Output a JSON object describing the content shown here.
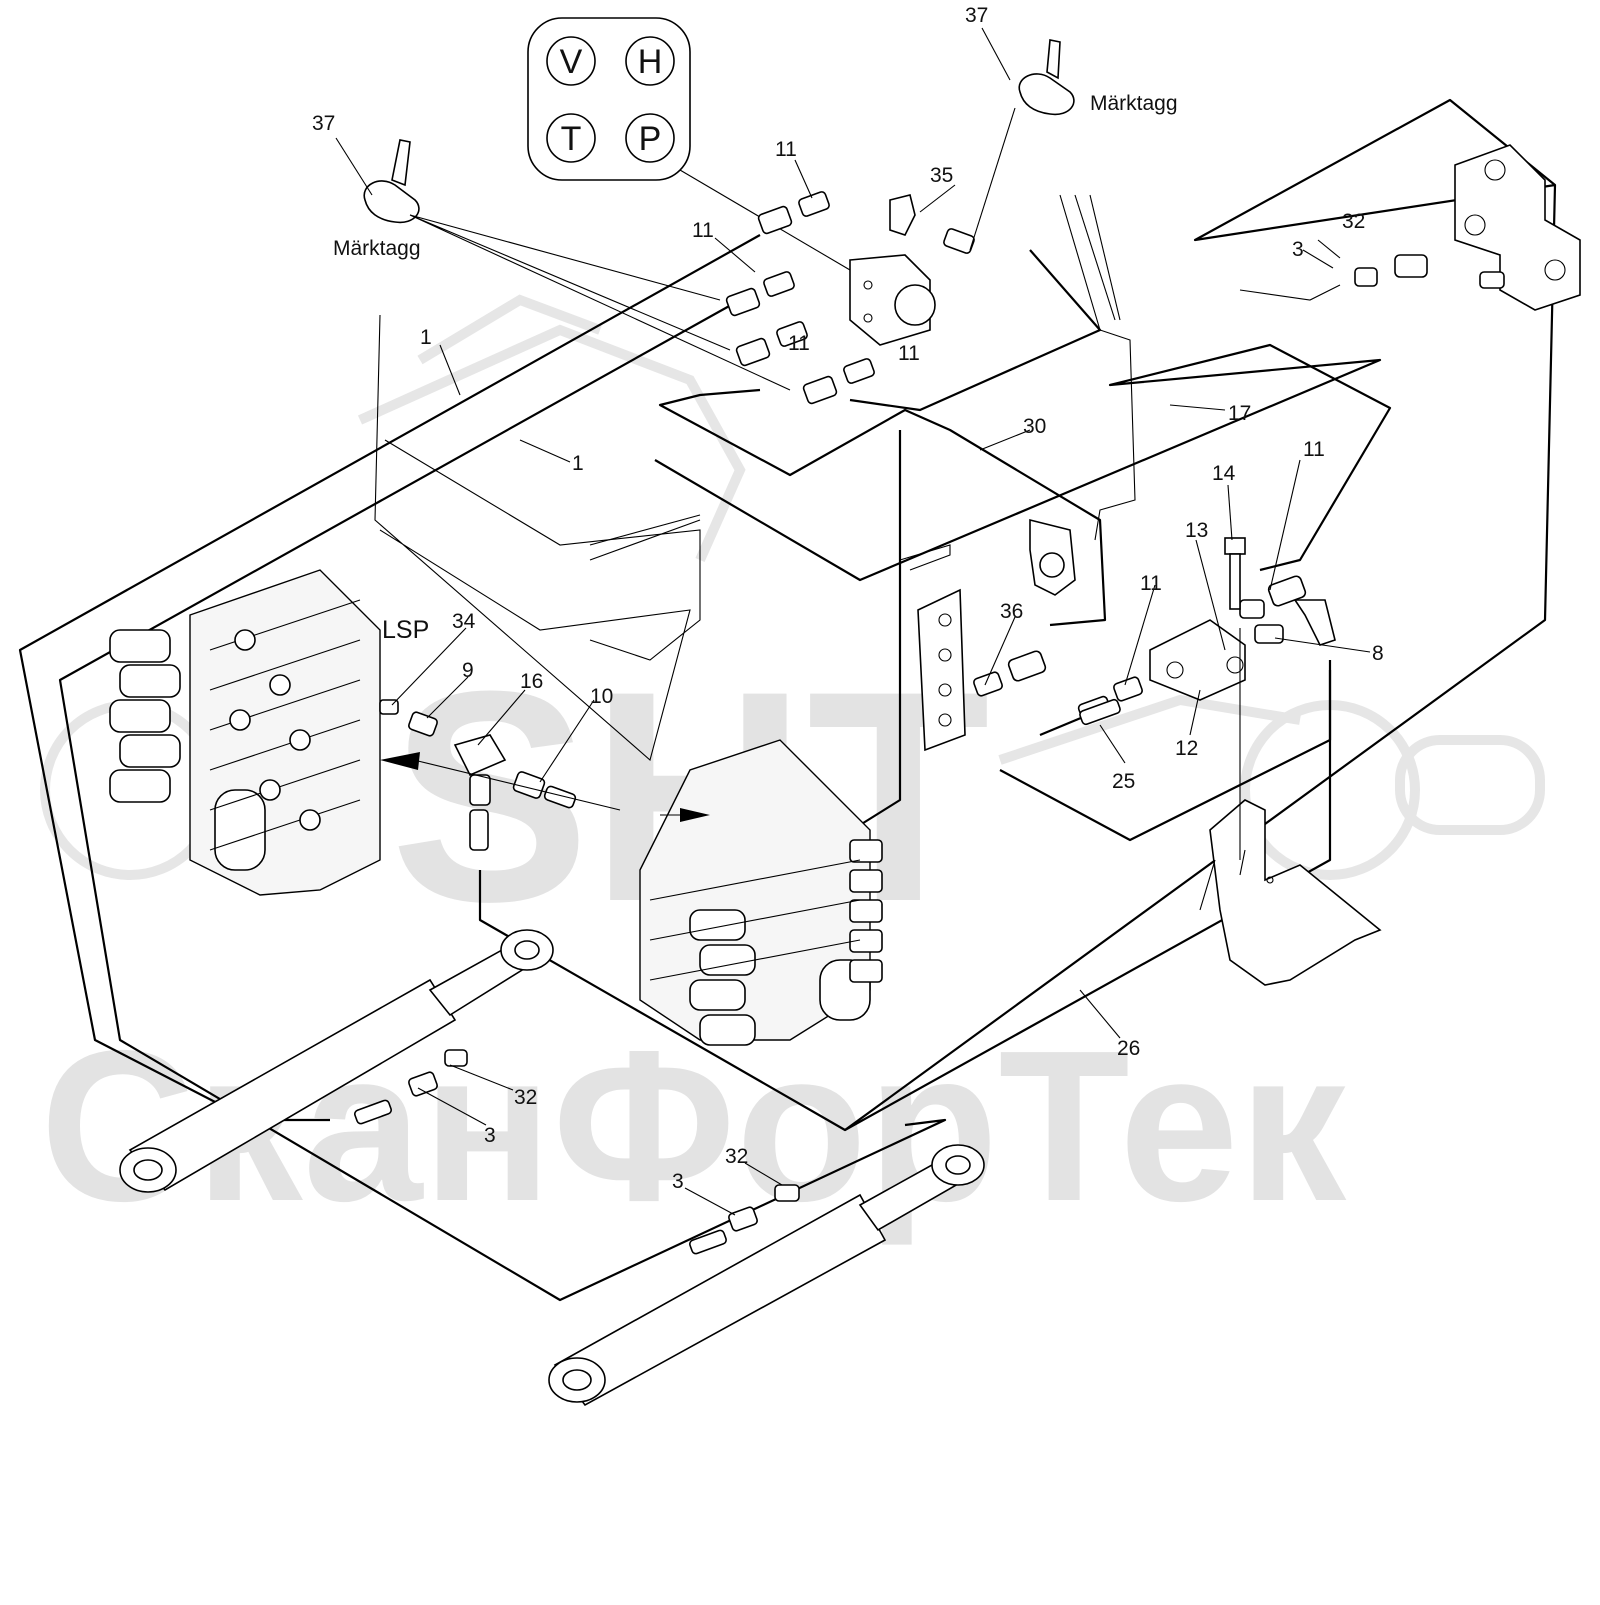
{
  "watermark": {
    "logo": "SHT",
    "company": "СканФорТек",
    "color": "#e3e3e3"
  },
  "port_legend": {
    "ports": [
      "V",
      "H",
      "T",
      "P"
    ]
  },
  "labels": {
    "marktagg_left": "Märktagg",
    "marktagg_right": "Märktagg",
    "lsp": "LSP"
  },
  "callouts": [
    {
      "id": "c37a",
      "text": "37"
    },
    {
      "id": "c37b",
      "text": "37"
    },
    {
      "id": "c11a",
      "text": "11"
    },
    {
      "id": "c11b",
      "text": "11"
    },
    {
      "id": "c11c",
      "text": "11"
    },
    {
      "id": "c11d",
      "text": "11"
    },
    {
      "id": "c11e",
      "text": "11"
    },
    {
      "id": "c11f",
      "text": "11"
    },
    {
      "id": "c35",
      "text": "35"
    },
    {
      "id": "c1a",
      "text": "1"
    },
    {
      "id": "c1b",
      "text": "1"
    },
    {
      "id": "c30",
      "text": "30"
    },
    {
      "id": "c17",
      "text": "17"
    },
    {
      "id": "c32a",
      "text": "32"
    },
    {
      "id": "c3a",
      "text": "3"
    },
    {
      "id": "c14",
      "text": "14"
    },
    {
      "id": "c13",
      "text": "13"
    },
    {
      "id": "c36",
      "text": "36"
    },
    {
      "id": "c8",
      "text": "8"
    },
    {
      "id": "c12",
      "text": "12"
    },
    {
      "id": "c25",
      "text": "25"
    },
    {
      "id": "c34",
      "text": "34"
    },
    {
      "id": "c9",
      "text": "9"
    },
    {
      "id": "c16",
      "text": "16"
    },
    {
      "id": "c10",
      "text": "10"
    },
    {
      "id": "c26",
      "text": "26"
    },
    {
      "id": "c32b",
      "text": "32"
    },
    {
      "id": "c3b",
      "text": "3"
    },
    {
      "id": "c32c",
      "text": "32"
    },
    {
      "id": "c3c",
      "text": "3"
    }
  ]
}
